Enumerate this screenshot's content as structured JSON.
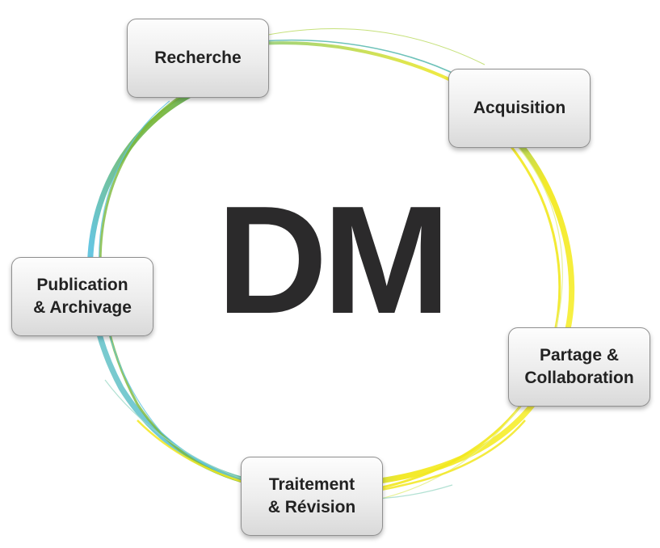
{
  "diagram": {
    "center_label": "DM",
    "stages": [
      {
        "id": "recherche",
        "label": "Recherche"
      },
      {
        "id": "acquisition",
        "label": "Acquisition"
      },
      {
        "id": "partage",
        "label": "Partage &\nCollaboration"
      },
      {
        "id": "traitement",
        "label": "Traitement\n& Révision"
      },
      {
        "id": "publication",
        "label": "Publication\n& Archivage"
      }
    ],
    "ring_colors": {
      "green": "#7ab83a",
      "teal": "#4ab3a8",
      "blue": "#5ec3e0",
      "yellow": "#f2e81e",
      "lime": "#b8d95a"
    }
  }
}
